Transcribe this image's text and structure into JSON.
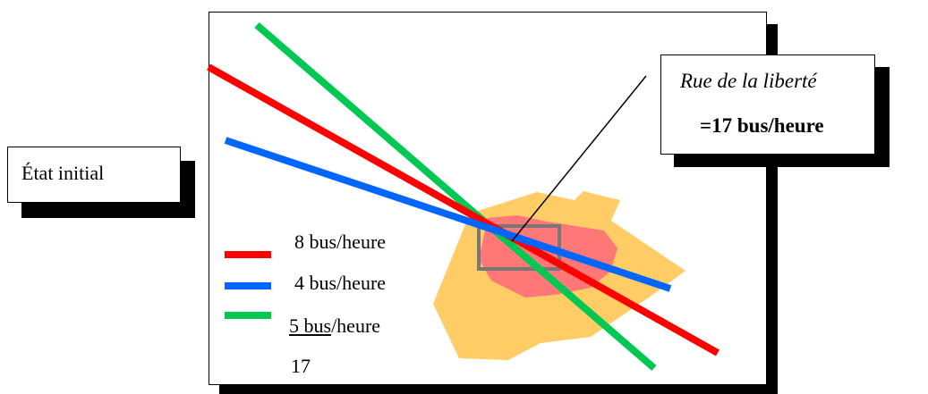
{
  "state_label": "État initial",
  "street": {
    "name": "Rue de la liberté",
    "total": "=17 bus/heure"
  },
  "legend": {
    "red": {
      "label": "8 bus/heure",
      "color": "#ff0000"
    },
    "blue": {
      "label": "4 bus/heure",
      "color": "#0066ff"
    },
    "green": {
      "label_value": "5 bus",
      "label_unit": "/heure",
      "color": "#00c853"
    },
    "total": "17"
  },
  "zones": {
    "outer_color": "#ffcc66",
    "inner_color": "#ff7777",
    "study_box_color": "#777777"
  }
}
